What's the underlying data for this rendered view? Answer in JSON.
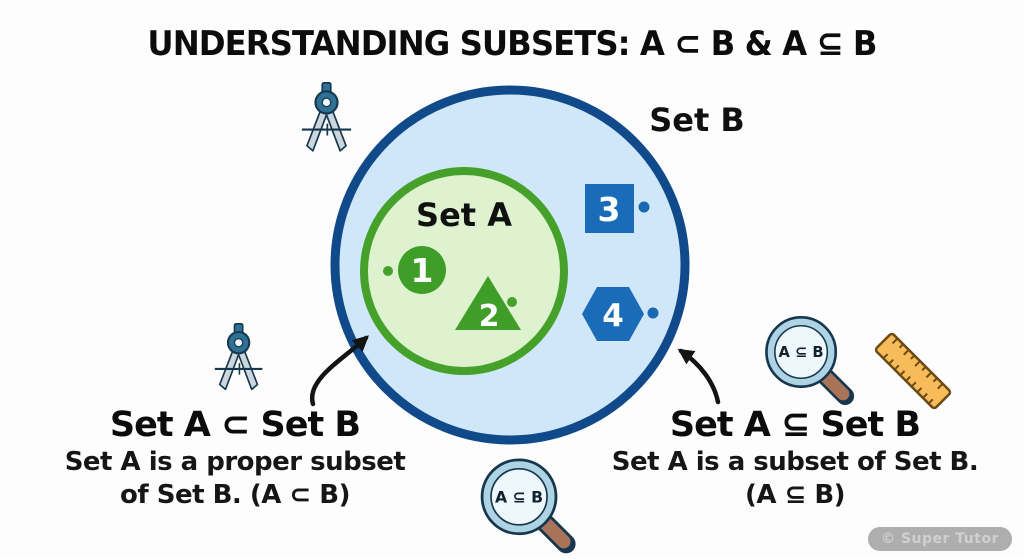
{
  "title": "UNDERSTANDING SUBSETS: A ⊂ B & A ⊆ B",
  "diagram": {
    "set_a_label": "Set A",
    "set_b_label": "Set B",
    "elements": [
      {
        "value": "1",
        "shape": "circle",
        "set": "A"
      },
      {
        "value": "2",
        "shape": "triangle",
        "set": "A"
      },
      {
        "value": "3",
        "shape": "square",
        "set": "B"
      },
      {
        "value": "4",
        "shape": "hexagon",
        "set": "B"
      }
    ]
  },
  "magnifiers": {
    "right_label": "A ⊆ B",
    "bottom_label": "A ⊆ B"
  },
  "left_note": {
    "heading": "Set A ⊂ Set B",
    "line1": "Set A is a proper subset",
    "line2": "of Set B. (A ⊂ B)"
  },
  "right_note": {
    "heading": "Set A ⊆ Set B",
    "line1": "Set A is a subset of Set B.",
    "line2": "(A ⊆ B)"
  },
  "watermark": "© Super Tutor",
  "icons": {
    "top_left": "compass-icon",
    "mid_left": "compass-icon",
    "right": "magnifier-icon",
    "far_right": "ruler-icon",
    "bottom_center": "magnifier-icon"
  },
  "colors": {
    "set_b_fill": "#cfe7f8",
    "set_b_border": "#114a8b",
    "set_a_fill": "#def2cf",
    "set_a_border": "#46a12b",
    "element_green": "#3f9e27",
    "element_blue": "#1b6cb8",
    "arrow_black": "#141414",
    "ruler_orange": "#f7bc59",
    "handle_brown": "#a9735a"
  }
}
